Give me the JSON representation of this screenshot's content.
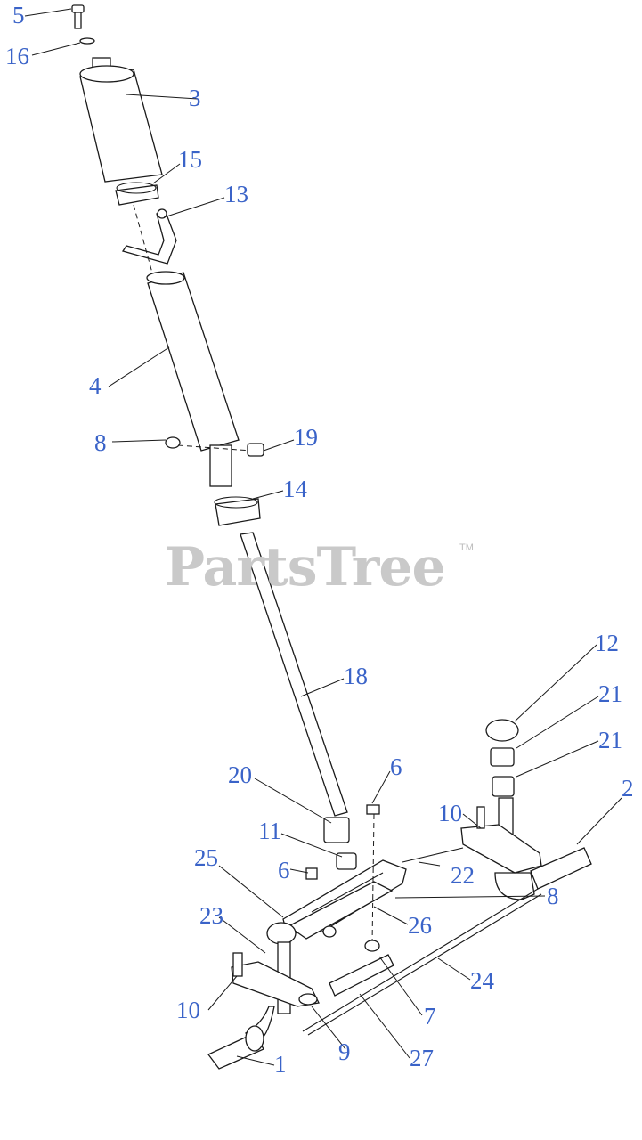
{
  "watermark": {
    "text": "PartsTree",
    "trademark": "TM"
  },
  "callouts": [
    {
      "id": "c5",
      "label": "5"
    },
    {
      "id": "c16",
      "label": "16"
    },
    {
      "id": "c3",
      "label": "3"
    },
    {
      "id": "c15",
      "label": "15"
    },
    {
      "id": "c13",
      "label": "13"
    },
    {
      "id": "c4",
      "label": "4"
    },
    {
      "id": "c8a",
      "label": "8"
    },
    {
      "id": "c19",
      "label": "19"
    },
    {
      "id": "c14",
      "label": "14"
    },
    {
      "id": "c18",
      "label": "18"
    },
    {
      "id": "c12",
      "label": "12"
    },
    {
      "id": "c21a",
      "label": "21"
    },
    {
      "id": "c21b",
      "label": "21"
    },
    {
      "id": "c2",
      "label": "2"
    },
    {
      "id": "c20",
      "label": "20"
    },
    {
      "id": "c6a",
      "label": "6"
    },
    {
      "id": "c10a",
      "label": "10"
    },
    {
      "id": "c11",
      "label": "11"
    },
    {
      "id": "c22",
      "label": "22"
    },
    {
      "id": "c6b",
      "label": "6"
    },
    {
      "id": "c8b",
      "label": "8"
    },
    {
      "id": "c25",
      "label": "25"
    },
    {
      "id": "c26",
      "label": "26"
    },
    {
      "id": "c23",
      "label": "23"
    },
    {
      "id": "c24",
      "label": "24"
    },
    {
      "id": "c10b",
      "label": "10"
    },
    {
      "id": "c7",
      "label": "7"
    },
    {
      "id": "c9",
      "label": "9"
    },
    {
      "id": "c27",
      "label": "27"
    },
    {
      "id": "c1",
      "label": "1"
    }
  ]
}
